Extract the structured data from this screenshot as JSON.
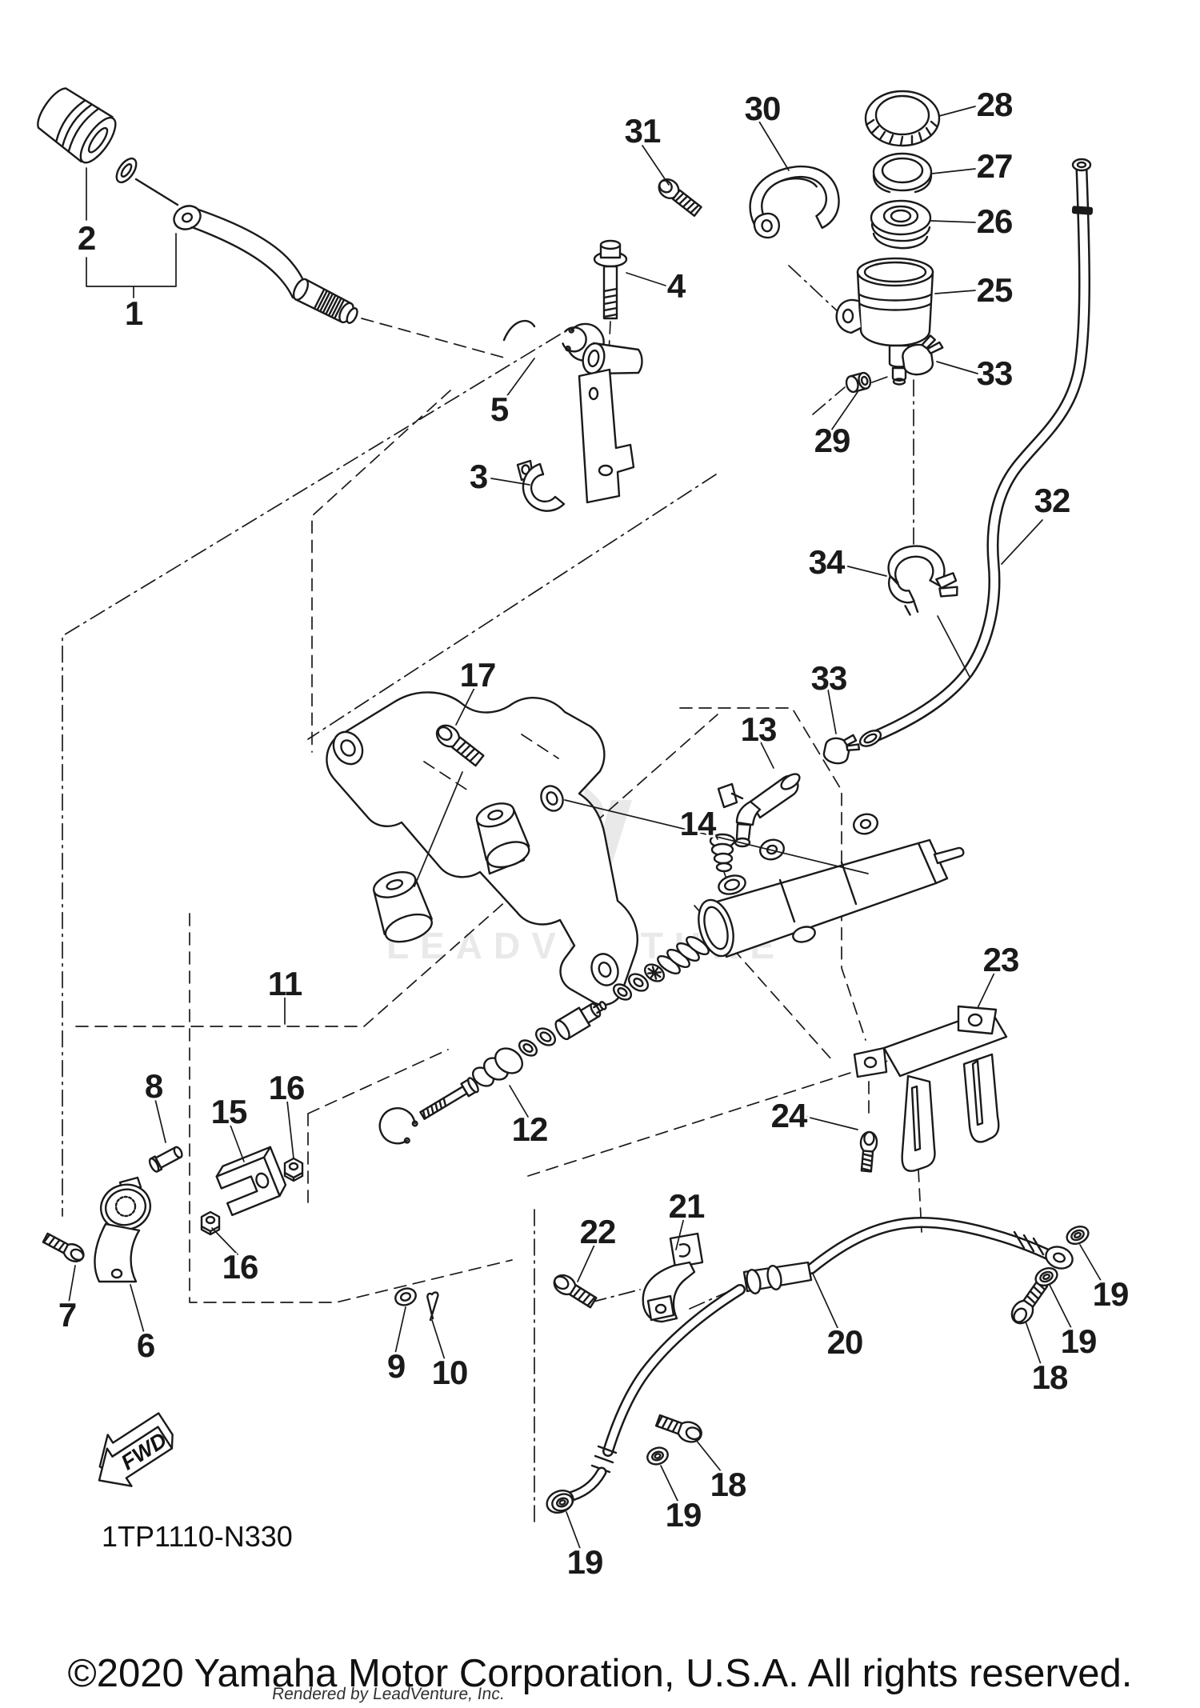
{
  "diagram": {
    "code": "1TP1110-N330",
    "fwd_label": "FWD",
    "watermark": "LEADVENTURE",
    "copyright": "©2020 Yamaha Motor Corporation, U.S.A. All rights reserved.",
    "rendered_by": "Rendered by LeadVenture, Inc.",
    "colors": {
      "line": "#1a1a1a",
      "background": "#ffffff",
      "watermark": "#e9e9e9"
    },
    "callouts": [
      {
        "text": "1"
      },
      {
        "text": "2"
      },
      {
        "text": "3"
      },
      {
        "text": "4"
      },
      {
        "text": "5"
      },
      {
        "text": "6"
      },
      {
        "text": "7"
      },
      {
        "text": "8"
      },
      {
        "text": "9"
      },
      {
        "text": "10"
      },
      {
        "text": "11"
      },
      {
        "text": "12"
      },
      {
        "text": "13"
      },
      {
        "text": "14"
      },
      {
        "text": "15"
      },
      {
        "text": "16"
      },
      {
        "text": "16"
      },
      {
        "text": "17"
      },
      {
        "text": "18"
      },
      {
        "text": "18"
      },
      {
        "text": "19"
      },
      {
        "text": "19"
      },
      {
        "text": "19"
      },
      {
        "text": "19"
      },
      {
        "text": "20"
      },
      {
        "text": "21"
      },
      {
        "text": "22"
      },
      {
        "text": "23"
      },
      {
        "text": "24"
      },
      {
        "text": "25"
      },
      {
        "text": "26"
      },
      {
        "text": "27"
      },
      {
        "text": "28"
      },
      {
        "text": "29"
      },
      {
        "text": "30"
      },
      {
        "text": "31"
      },
      {
        "text": "32"
      },
      {
        "text": "33"
      },
      {
        "text": "33"
      },
      {
        "text": "34"
      }
    ]
  }
}
